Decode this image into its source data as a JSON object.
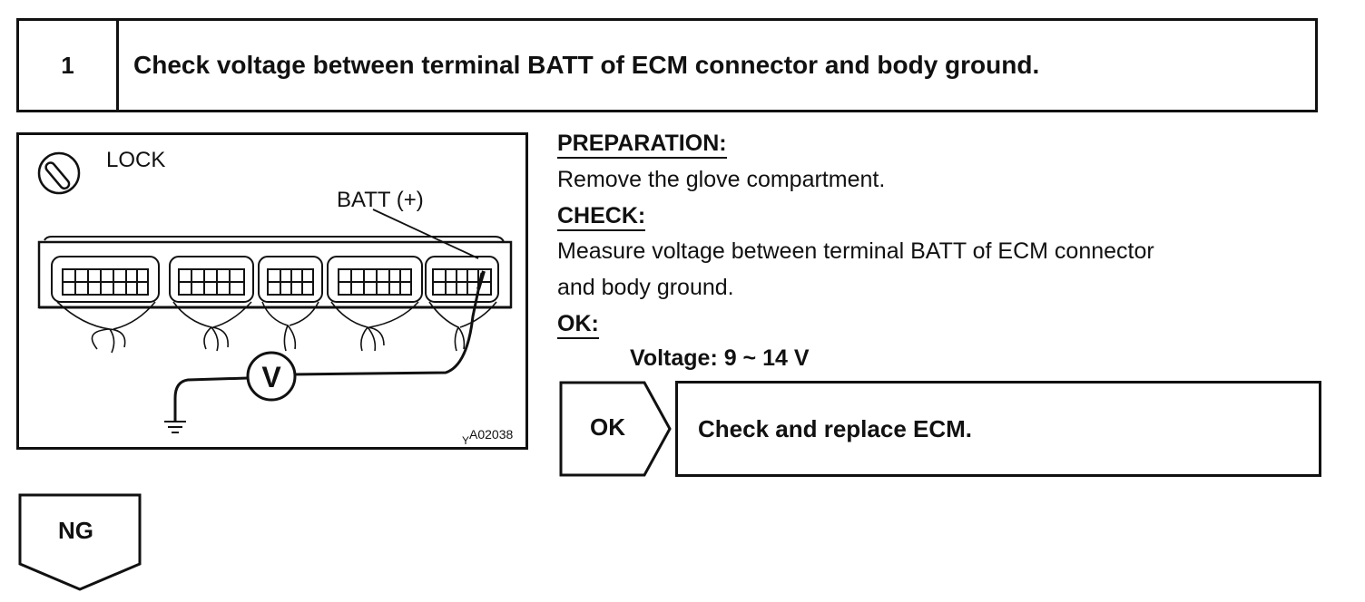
{
  "step": {
    "number": "1",
    "title": "Check voltage between terminal BATT of ECM connector and body ground."
  },
  "figure": {
    "lock_label": "LOCK",
    "terminal_label": "BATT (+)",
    "meter_symbol": "V",
    "figure_id": "A02038",
    "figure_prefix": "Y"
  },
  "preparation": {
    "heading": "PREPARATION:",
    "text": "Remove the glove compartment."
  },
  "check": {
    "heading": "CHECK:",
    "line1": "Measure voltage between terminal BATT of ECM connector",
    "line2": "and body ground."
  },
  "ok_spec": {
    "heading": "OK:",
    "text": "Voltage:  9 ~ 14 V"
  },
  "ok_result": {
    "label": "OK",
    "action": "Check and replace ECM."
  },
  "ng_result": {
    "label": "NG"
  }
}
